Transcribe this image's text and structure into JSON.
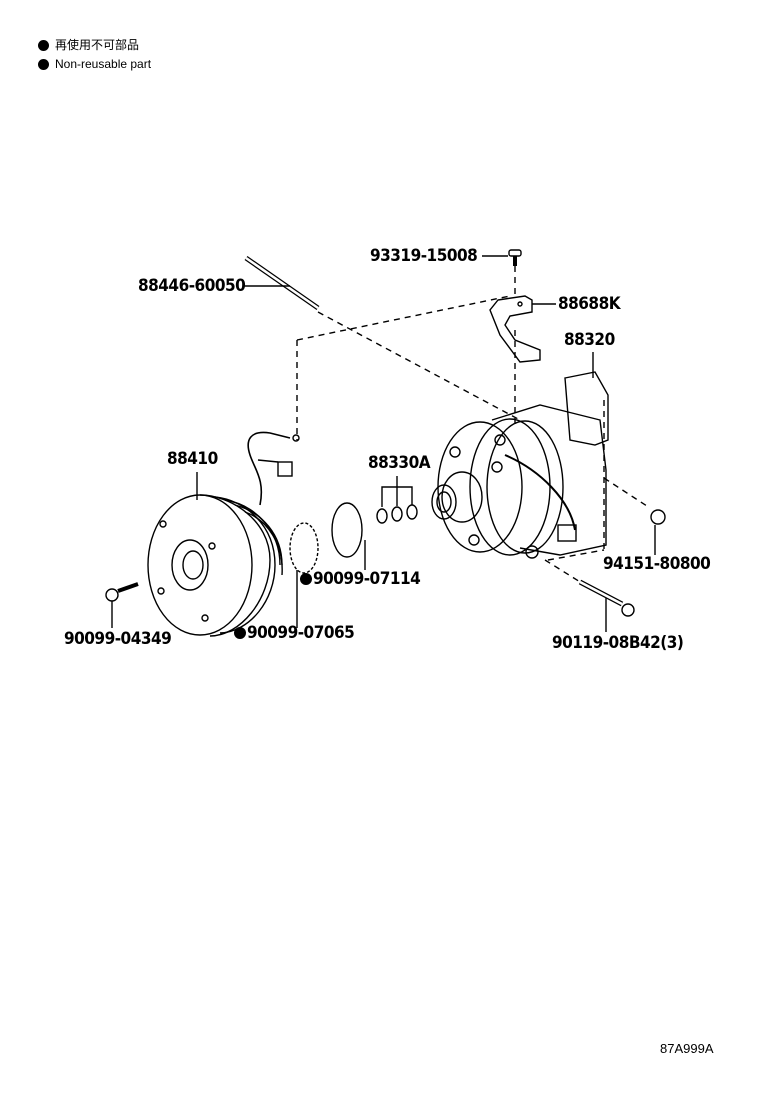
{
  "legend": {
    "items": [
      {
        "symbol": "filled-circle",
        "text": "再使用不可部品"
      },
      {
        "symbol": "filled-circle",
        "text": "Non-reusable part"
      }
    ]
  },
  "parts": [
    {
      "id": "stud-bolt",
      "number": "88446-60050",
      "non_reusable": false
    },
    {
      "id": "screw",
      "number": "93319-15008",
      "non_reusable": false
    },
    {
      "id": "bracket",
      "number": "88688K",
      "non_reusable": false
    },
    {
      "id": "compressor",
      "number": "88320",
      "non_reusable": false
    },
    {
      "id": "magnetic-clutch",
      "number": "88410",
      "non_reusable": false
    },
    {
      "id": "shim-set",
      "number": "88330A",
      "non_reusable": false
    },
    {
      "id": "snap-ring-outer",
      "number": "90099-07114",
      "non_reusable": true
    },
    {
      "id": "snap-ring-inner",
      "number": "90099-07065",
      "non_reusable": true
    },
    {
      "id": "clutch-bolt",
      "number": "90099-04349",
      "non_reusable": false
    },
    {
      "id": "nut",
      "number": "94151-80800",
      "non_reusable": false
    },
    {
      "id": "mounting-bolt",
      "number": "90119-08B42(3)",
      "non_reusable": false
    }
  ],
  "caption": "87A999A"
}
